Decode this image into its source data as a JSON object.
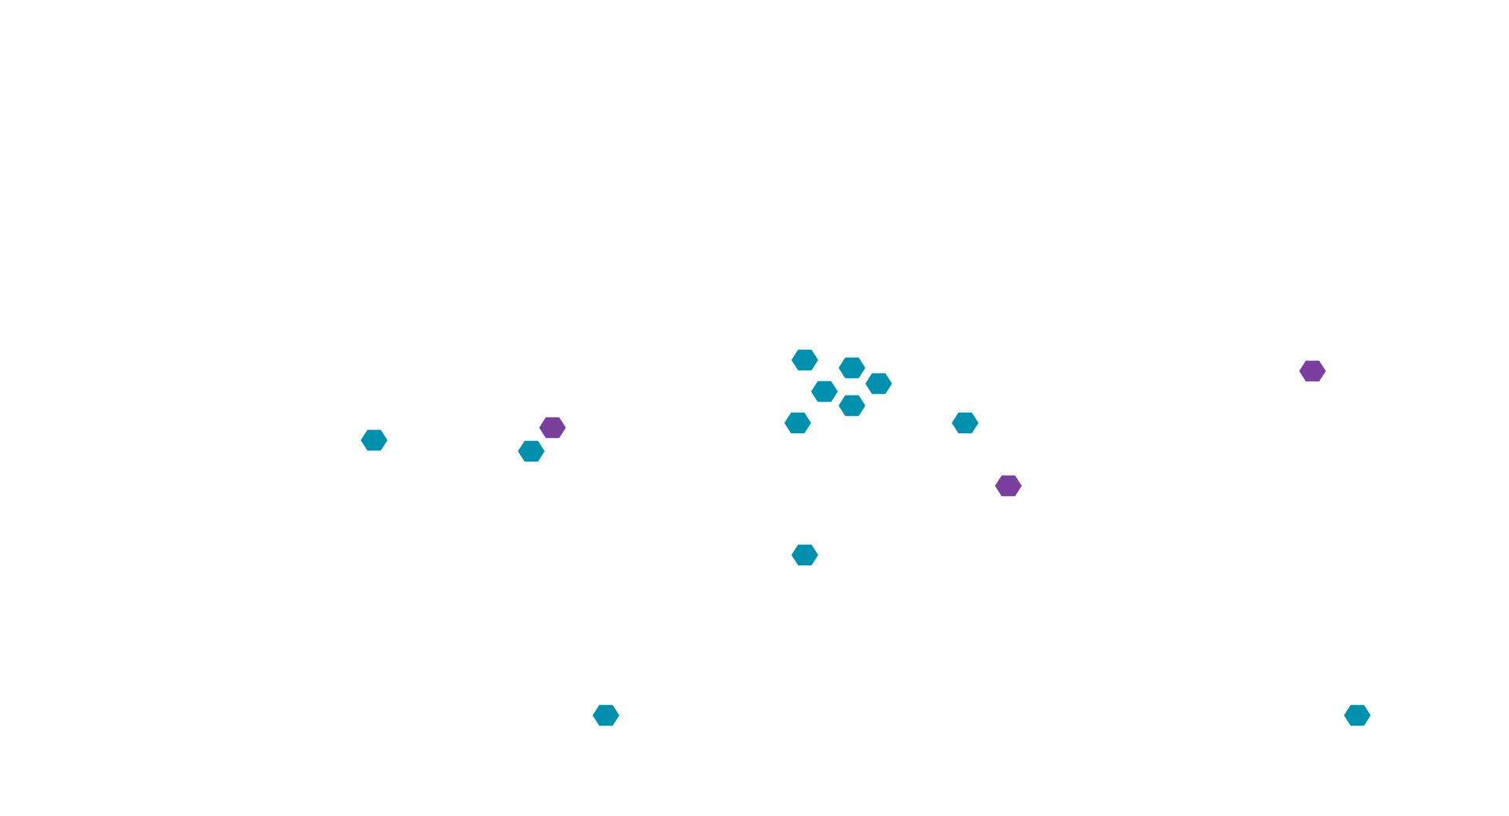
{
  "colors": {
    "background": "#ffffff",
    "teal": "#0090ad",
    "purple": "#7b3f9e"
  },
  "marker_shape": "hexagon-marker-icon",
  "markers": [
    {
      "id": "m1",
      "category": "teal"
    },
    {
      "id": "m2",
      "category": "teal"
    },
    {
      "id": "m3",
      "category": "teal"
    },
    {
      "id": "m4",
      "category": "teal"
    },
    {
      "id": "m5",
      "category": "teal"
    },
    {
      "id": "m6",
      "category": "teal"
    },
    {
      "id": "m7",
      "category": "teal"
    },
    {
      "id": "m8",
      "category": "purple"
    },
    {
      "id": "m9",
      "category": "purple"
    },
    {
      "id": "m10",
      "category": "teal"
    },
    {
      "id": "m11",
      "category": "teal"
    },
    {
      "id": "m12",
      "category": "teal"
    },
    {
      "id": "m13",
      "category": "purple"
    },
    {
      "id": "m14",
      "category": "teal"
    },
    {
      "id": "m15",
      "category": "teal"
    },
    {
      "id": "m16",
      "category": "purple"
    }
  ]
}
